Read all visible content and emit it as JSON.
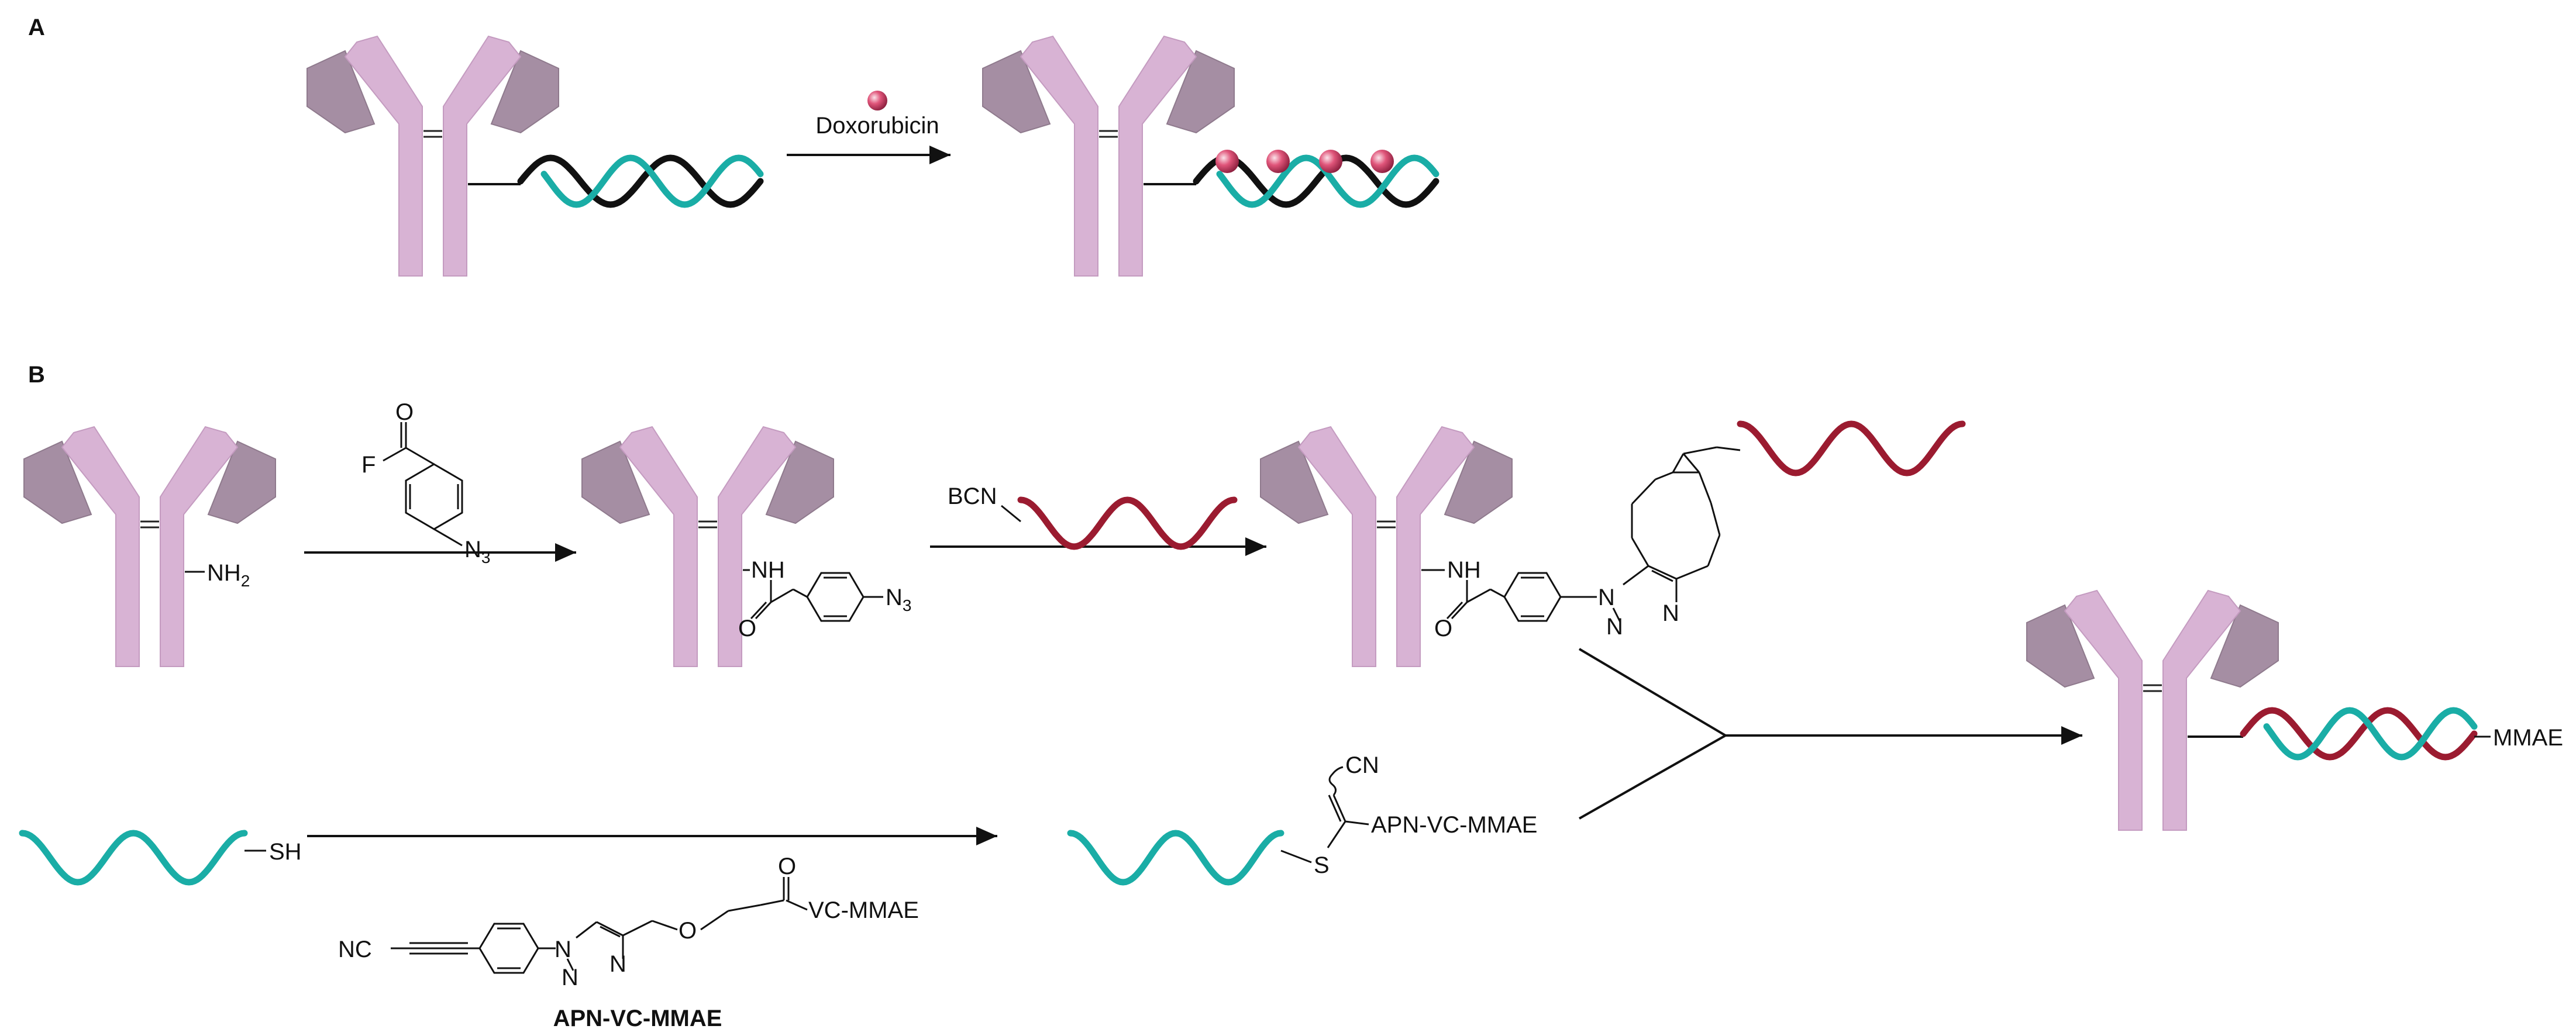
{
  "panels": {
    "a": {
      "label": "A",
      "reagent": "Doxorubicin"
    },
    "b": {
      "label": "B",
      "amine": {
        "main": "NH",
        "sub": "2"
      },
      "acyl_fluoride": {
        "f": "F",
        "o": "O",
        "azide_main": "N",
        "azide_sub": "3"
      },
      "aryl_azide": {
        "nh": "NH",
        "o": "O",
        "azide_main": "N",
        "azide_sub": "3"
      },
      "bcn_reagent": "BCN",
      "triazole": {
        "nh": "NH",
        "o": "O",
        "n1": "N",
        "n2": "N",
        "n3": "N"
      },
      "thiol": "SH",
      "thiol_adduct": {
        "cn": "CN",
        "s": "S",
        "payload": "APN-VC-MMAE"
      },
      "apn": {
        "nc": "NC",
        "n1": "N",
        "n2": "N",
        "n3": "N",
        "o_ether": "O",
        "o_carbonyl": "O",
        "vc": "VC-MMAE",
        "name": "APN-VC-MMAE"
      },
      "product": "MMAE"
    }
  },
  "colors": {
    "antibody_heavy": "#d8b3d4",
    "antibody_heavy_stroke": "#c49bc0",
    "antibody_light": "#a58ea3",
    "antibody_light_stroke": "#8f7a8d",
    "dna_black": "#111111",
    "dna_teal": "#1aada6",
    "dna_red": "#9b1b30",
    "drug_bead": "#e0557a"
  }
}
